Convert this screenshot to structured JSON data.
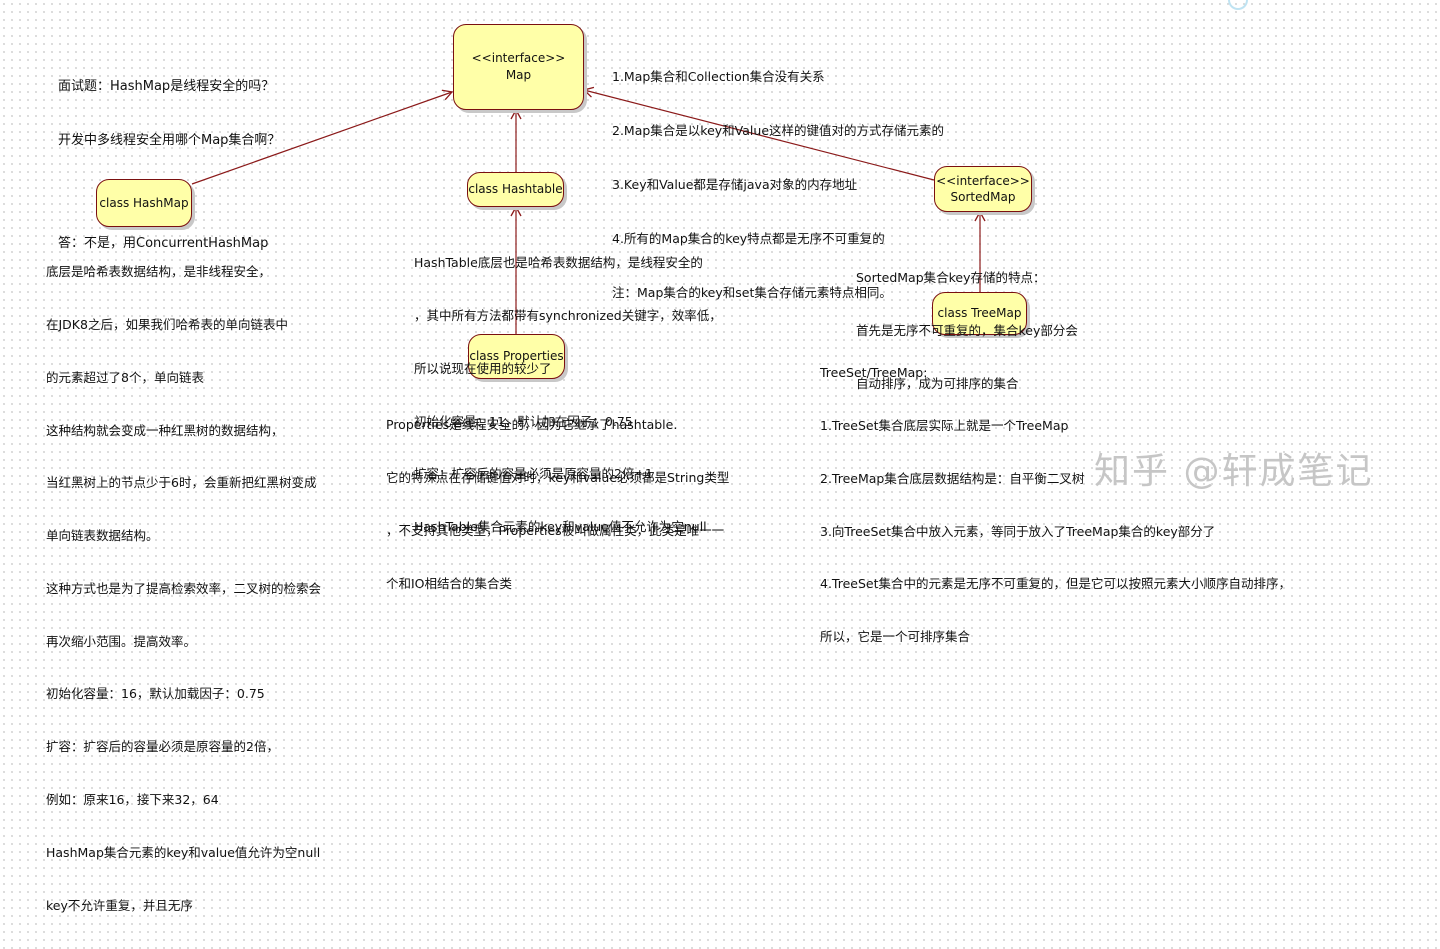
{
  "nodes": {
    "map": {
      "stereotype": "<<interface>>",
      "name": "Map"
    },
    "sorted_map": {
      "stereotype": "<<interface>>",
      "name": "SortedMap"
    },
    "hashmap": {
      "name": "class HashMap"
    },
    "hashtable": {
      "name": "class Hashtable"
    },
    "treemap": {
      "name": "class TreeMap"
    },
    "properties": {
      "name": "class Properties"
    }
  },
  "notes": {
    "interview": [
      "面试题：HashMap是线程安全的吗？",
      "开发中多线程安全用哪个Map集合啊？",
      "",
      "答：不是，用ConcurrentHashMap"
    ],
    "map_notes": [
      "1.Map集合和Collection集合没有关系",
      "2.Map集合是以key和Value这样的键值对的方式存储元素的",
      "3.Key和Value都是存储java对象的内存地址",
      "4.所有的Map集合的key特点都是无序不可重复的",
      "注：Map集合的key和set集合存储元素特点相同。"
    ],
    "hashmap_notes": [
      "底层是哈希表数据结构，是非线程安全，",
      "在JDK8之后，如果我们哈希表的单向链表中",
      "的元素超过了8个，单向链表",
      "这种结构就会变成一种红黑树的数据结构，",
      "当红黑树上的节点少于6时，会重新把红黑树变成",
      "单向链表数据结构。",
      "这种方式也是为了提高检索效率，二叉树的检索会",
      "再次缩小范围。提高效率。",
      "初始化容量：16，默认加载因子：0.75",
      "扩容：扩容后的容量必须是原容量的2倍，",
      "例如：原来16，接下来32，64",
      "HashMap集合元素的key和value值允许为空null",
      "key不允许重复，并且无序"
    ],
    "hashtable_notes": [
      "HashTable底层也是哈希表数据结构，是线程安全的",
      "，其中所有方法都带有synchronized关键字，效率低，",
      "所以说现在使用的较少了",
      "初始化容量：11，默认加在因子：0.75",
      "扩容：扩容后的容量必须是原容量的2倍+1",
      "HashTable集合元素的key和value值不允许为空null"
    ],
    "sortedmap_notes": [
      "SortedMap集合key存储的特点：",
      "首先是无序不可重复的，集合key部分会",
      "自动排序，成为可排序的集合"
    ],
    "properties_notes": [
      "Properties是线程安全的，因为它继承了hashtable.",
      "它的特殊点在存储键值对时，key和value必须都是String类型",
      "，不支持其他类型，Properties被叫做属性类，此类是唯一一",
      "个和IO相结合的集合类"
    ],
    "treemap_notes": [
      "TreeSet/TreeMap:",
      "1.TreeSet集合底层实际上就是一个TreeMap",
      "2.TreeMap集合底层数据结构是：自平衡二叉树",
      "3.向TreeSet集合中放入元素，等同于放入了TreeMap集合的key部分了",
      "4.TreeSet集合中的元素是无序不可重复的，但是它可以按照元素大小顺序自动排序，",
      "所以，它是一个可排序集合"
    ]
  },
  "watermark": "知乎 @轩成笔记",
  "colors": {
    "node_fill": "#ffffa8",
    "node_border": "#7a1010",
    "edge": "#8b1a1a",
    "watermark": "#c6c6c6",
    "grid_dot": "#d4d4d4"
  }
}
